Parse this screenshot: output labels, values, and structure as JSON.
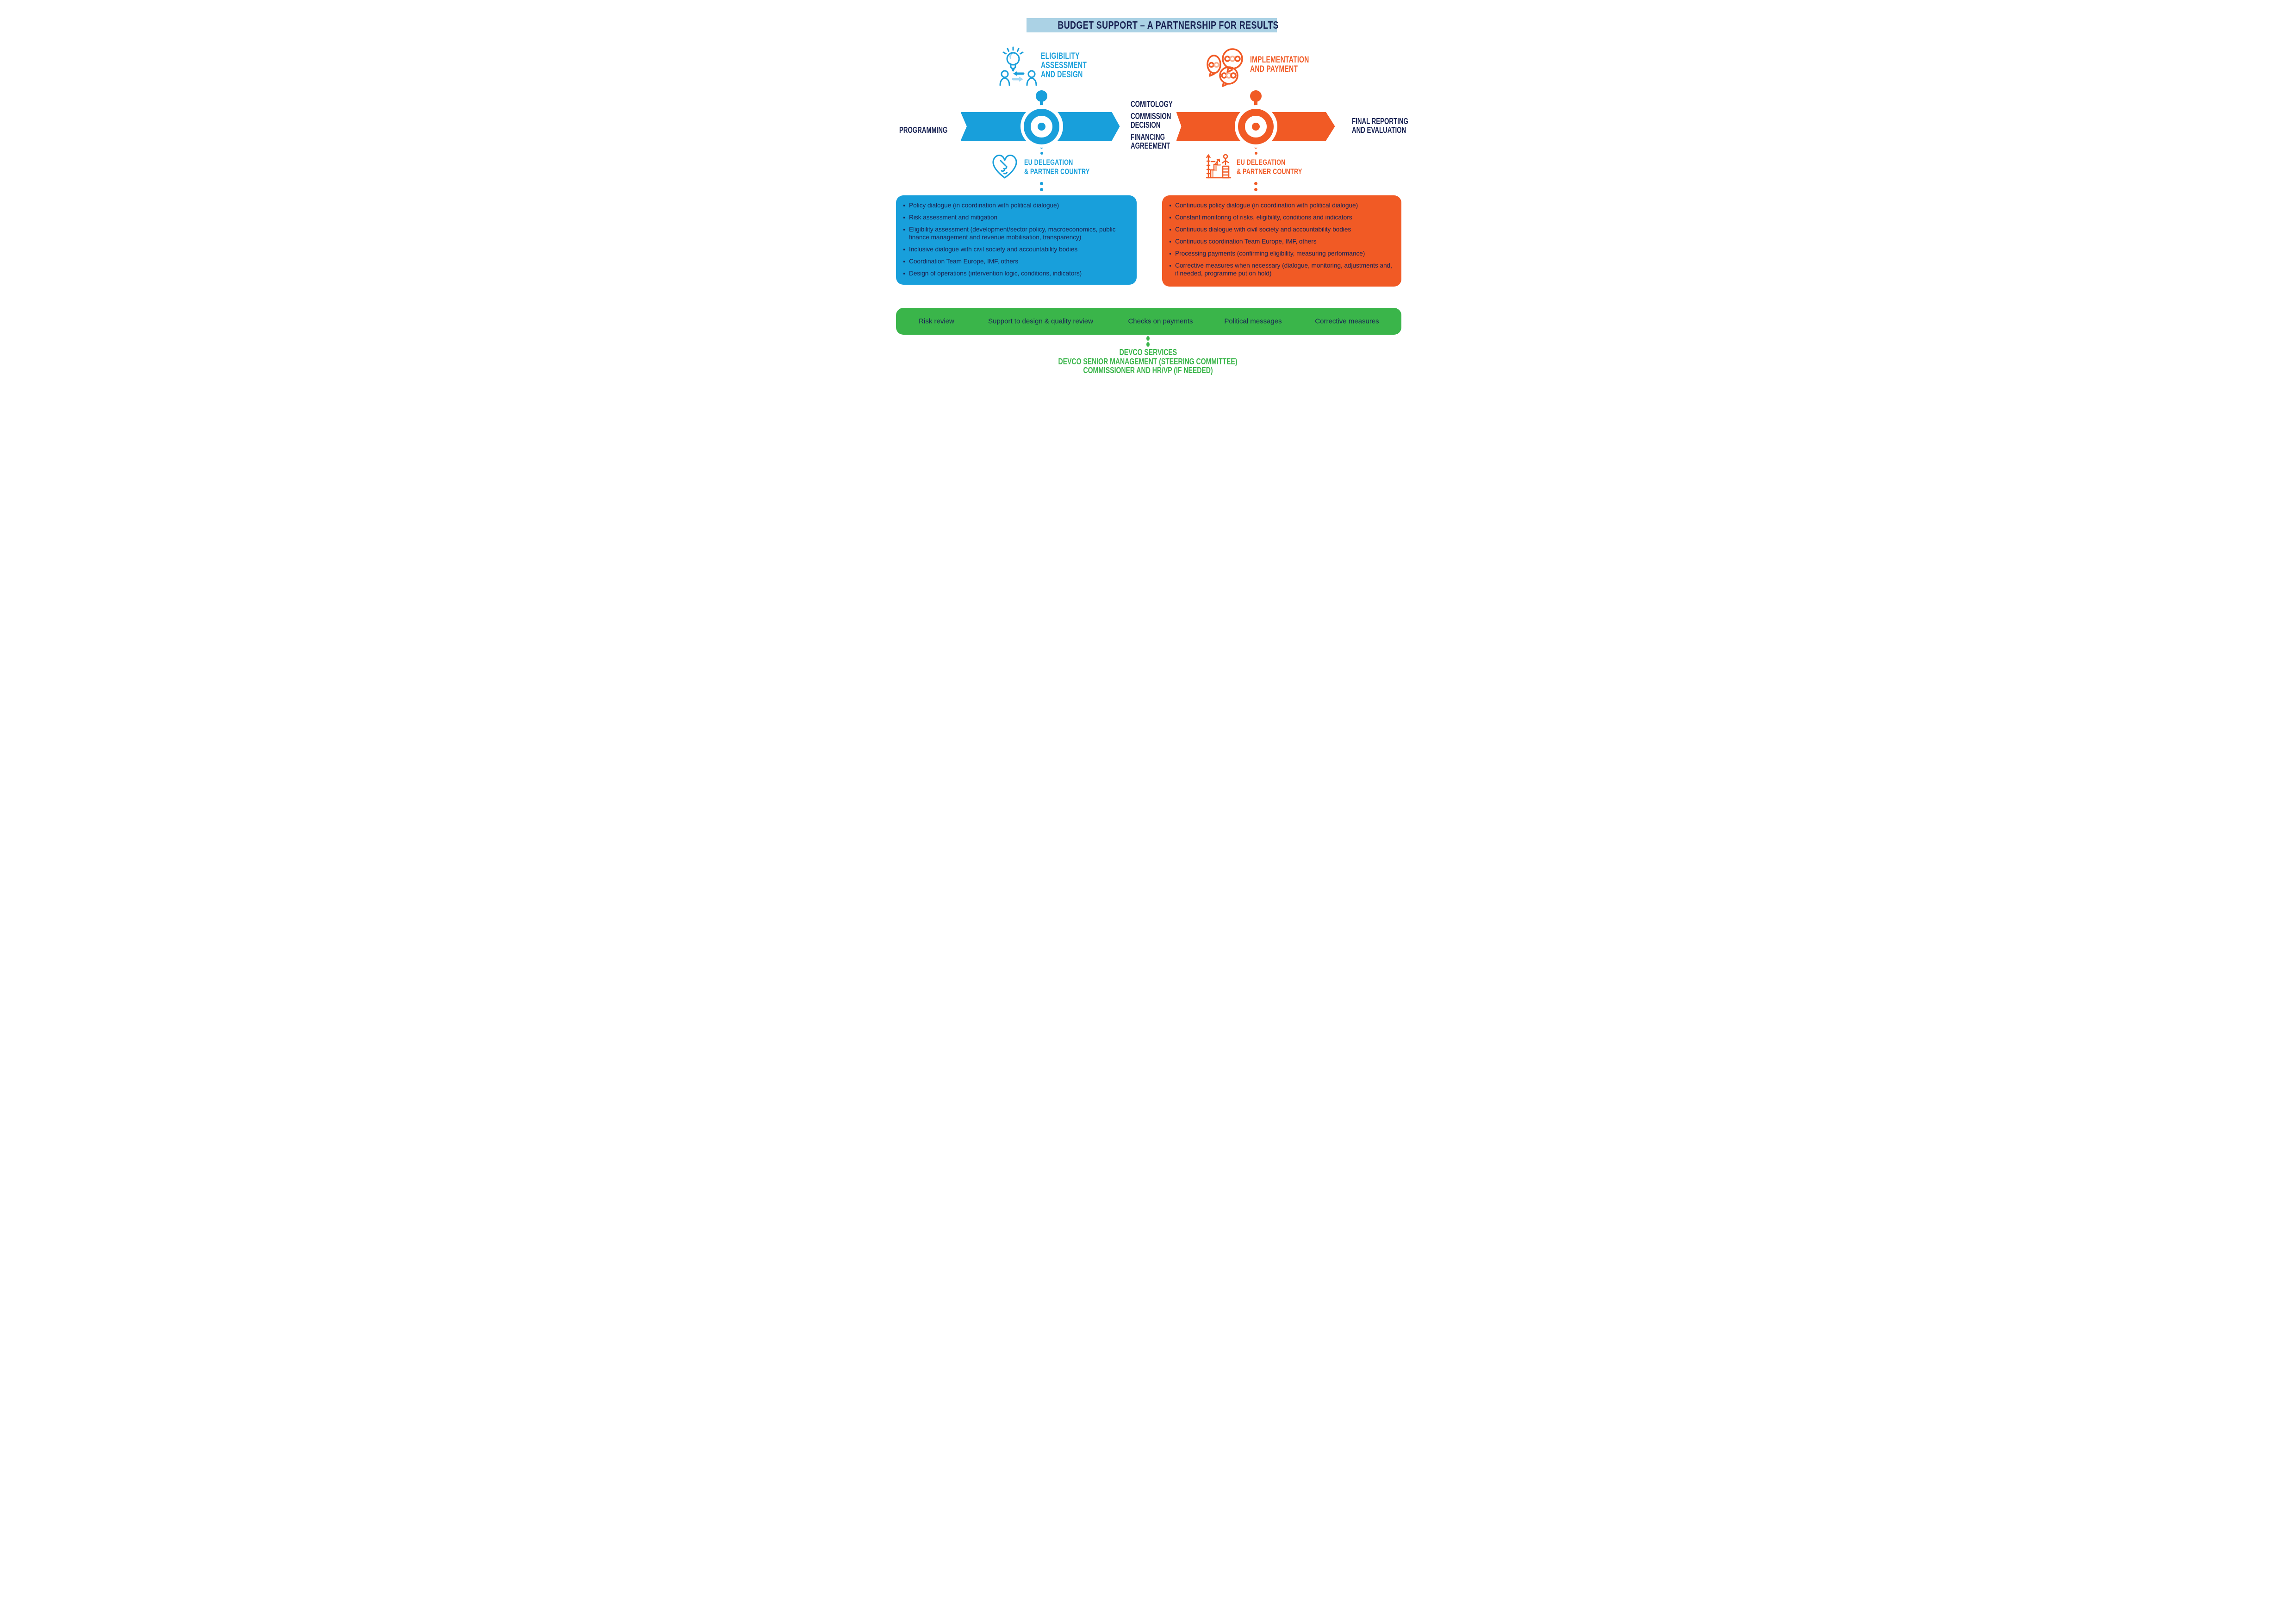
{
  "title": "BUDGET SUPPORT – A PARTNERSHIP FOR RESULTS",
  "colors": {
    "blue": "#189fdb",
    "pale_blue": "#a5daf5",
    "title_bg": "#abd2e5",
    "orange": "#f15a25",
    "pale_orange": "#f7b395",
    "navy": "#1a2454",
    "green": "#3ab54a"
  },
  "phase1": {
    "heading": [
      "ELIGIBILITY",
      "ASSESSMENT",
      "AND DESIGN"
    ],
    "stage_label": "PROGRAMMING",
    "actor": [
      "EU DELEGATION",
      "& PARTNER COUNTRY"
    ],
    "icon_top": "lightbulb-people-icon",
    "icon_actor": "handshake-icon",
    "bullets": [
      "Policy dialogue (in coordination with political dialogue)",
      "Risk assessment and mitigation",
      "Eligibility assessment (development/sector policy, macroeconomics, public finance management and revenue mobilisation, transparency)",
      "Inclusive dialogue with civil society and accountability bodies",
      "Coordination Team Europe, IMF, others",
      "Design of operations (intervention logic, conditions, indicators)"
    ]
  },
  "milestones": {
    "group1": [
      "COMITOLOGY"
    ],
    "group2": [
      "COMMISSION",
      "DECISION"
    ],
    "group3": [
      "FINANCING",
      "AGREEMENT"
    ]
  },
  "phase2": {
    "heading": [
      "IMPLEMENTATION",
      "AND PAYMENT"
    ],
    "end_label": [
      "FINAL REPORTING",
      "AND EVALUATION"
    ],
    "actor": [
      "EU DELEGATION",
      "& PARTNER COUNTRY"
    ],
    "icon_top": "speech-bubbles-icon",
    "icon_actor": "growth-chart-icon",
    "bullets": [
      "Continuous policy dialogue (in coordination with political dialogue)",
      "Constant monitoring of risks, eligibility, conditions and indicators",
      "Continuous dialogue with civil society and accountability bodies",
      "Continuous coordination Team Europe, IMF, others",
      "Processing payments (confirming eligibility, measuring performance)",
      "Corrective measures when necessary (dialogue, monitoring, adjustments and, if needed, programme put on hold)"
    ]
  },
  "oversight": {
    "items": [
      "Risk review",
      "Support to design & quality review",
      "Checks on payments",
      "Political messages",
      "Corrective measures"
    ],
    "footer": [
      "DEVCO SERVICES",
      "DEVCO SENIOR MANAGEMENT (STEERING COMMITTEE)",
      "COMMISSIONER AND HR/VP (IF NEEDED)"
    ]
  }
}
